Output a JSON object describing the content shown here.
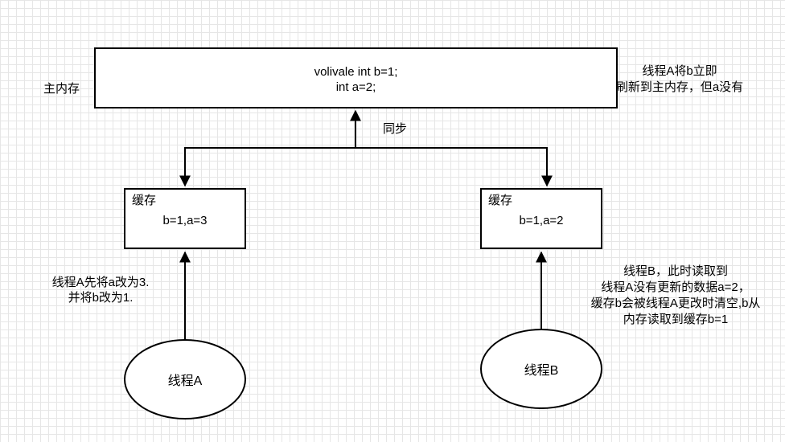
{
  "main_memory": {
    "label": "主内存",
    "lines": [
      "volivale int b=1;",
      "int a=2;"
    ]
  },
  "sync_label": "同步",
  "note_top_right": [
    "线程A将b立即",
    "刷新到主内存，但a没有"
  ],
  "cache_a": {
    "title": "缓存",
    "value": "b=1,a=3"
  },
  "cache_b": {
    "title": "缓存",
    "value": "b=1,a=2"
  },
  "note_thread_a": [
    "线程A先将a改为3.",
    "并将b改为1."
  ],
  "note_thread_b": [
    "线程B，此时读取到",
    "线程A没有更新的数据a=2，",
    "缓存b会被线程A更改时清空,b从",
    "内存读取到缓存b=1"
  ],
  "thread_a": {
    "label": "线程A"
  },
  "thread_b": {
    "label": "线程B"
  }
}
